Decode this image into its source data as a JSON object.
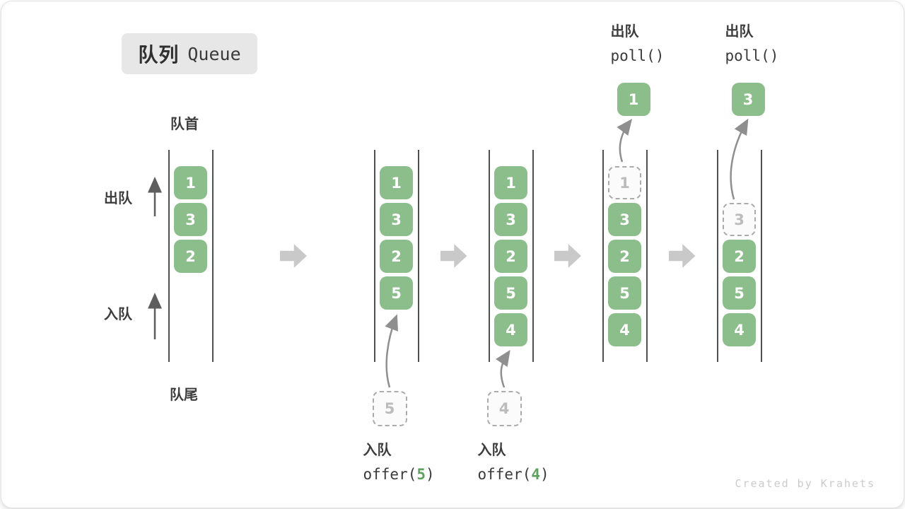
{
  "title": {
    "zh": "队列",
    "en": "Queue"
  },
  "labels": {
    "front": "队首",
    "rear": "队尾",
    "dequeue_side": "出队",
    "enqueue_side": "入队"
  },
  "watermark": "Created by Krahets",
  "colors": {
    "item_green": "#8CBE8C",
    "item_text": "#ffffff",
    "ghost_border": "#ababab",
    "ghost_text": "#bcbcbc",
    "wall": "#4f4f4f",
    "block_arrow": "#c9c9c9",
    "curve_arrow": "#8f8f8f",
    "side_arrow": "#5e5e5e",
    "label_text": "#3d3d3d",
    "code_arg_green": "#5FA25F",
    "badge_bg": "#e7e7e7",
    "watermark_text": "#cbcbcb"
  },
  "states": [
    {
      "items": [
        {
          "slot": 0,
          "v": "1",
          "ghost": false
        },
        {
          "slot": 1,
          "v": "3",
          "ghost": false
        },
        {
          "slot": 2,
          "v": "2",
          "ghost": false
        }
      ]
    },
    {
      "items": [
        {
          "slot": 0,
          "v": "1",
          "ghost": false
        },
        {
          "slot": 1,
          "v": "3",
          "ghost": false
        },
        {
          "slot": 2,
          "v": "2",
          "ghost": false
        },
        {
          "slot": 3,
          "v": "5",
          "ghost": false
        }
      ],
      "enqueue": {
        "incoming_value": "5",
        "label": "入队",
        "code_pre": "offer(",
        "code_arg": "5",
        "code_post": ")"
      }
    },
    {
      "items": [
        {
          "slot": 0,
          "v": "1",
          "ghost": false
        },
        {
          "slot": 1,
          "v": "3",
          "ghost": false
        },
        {
          "slot": 2,
          "v": "2",
          "ghost": false
        },
        {
          "slot": 3,
          "v": "5",
          "ghost": false
        },
        {
          "slot": 4,
          "v": "4",
          "ghost": false
        }
      ],
      "enqueue": {
        "incoming_value": "4",
        "label": "入队",
        "code_pre": "offer(",
        "code_arg": "4",
        "code_post": ")"
      }
    },
    {
      "items": [
        {
          "slot": 0,
          "v": "1",
          "ghost": true
        },
        {
          "slot": 1,
          "v": "3",
          "ghost": false
        },
        {
          "slot": 2,
          "v": "2",
          "ghost": false
        },
        {
          "slot": 3,
          "v": "5",
          "ghost": false
        },
        {
          "slot": 4,
          "v": "4",
          "ghost": false
        }
      ],
      "dequeue": {
        "outgoing_value": "1",
        "label": "出队",
        "code": "poll()"
      }
    },
    {
      "items": [
        {
          "slot": 1,
          "v": "3",
          "ghost": true
        },
        {
          "slot": 2,
          "v": "2",
          "ghost": false
        },
        {
          "slot": 3,
          "v": "5",
          "ghost": false
        },
        {
          "slot": 4,
          "v": "4",
          "ghost": false
        }
      ],
      "dequeue": {
        "outgoing_value": "3",
        "label": "出队",
        "code": "poll()"
      }
    }
  ]
}
